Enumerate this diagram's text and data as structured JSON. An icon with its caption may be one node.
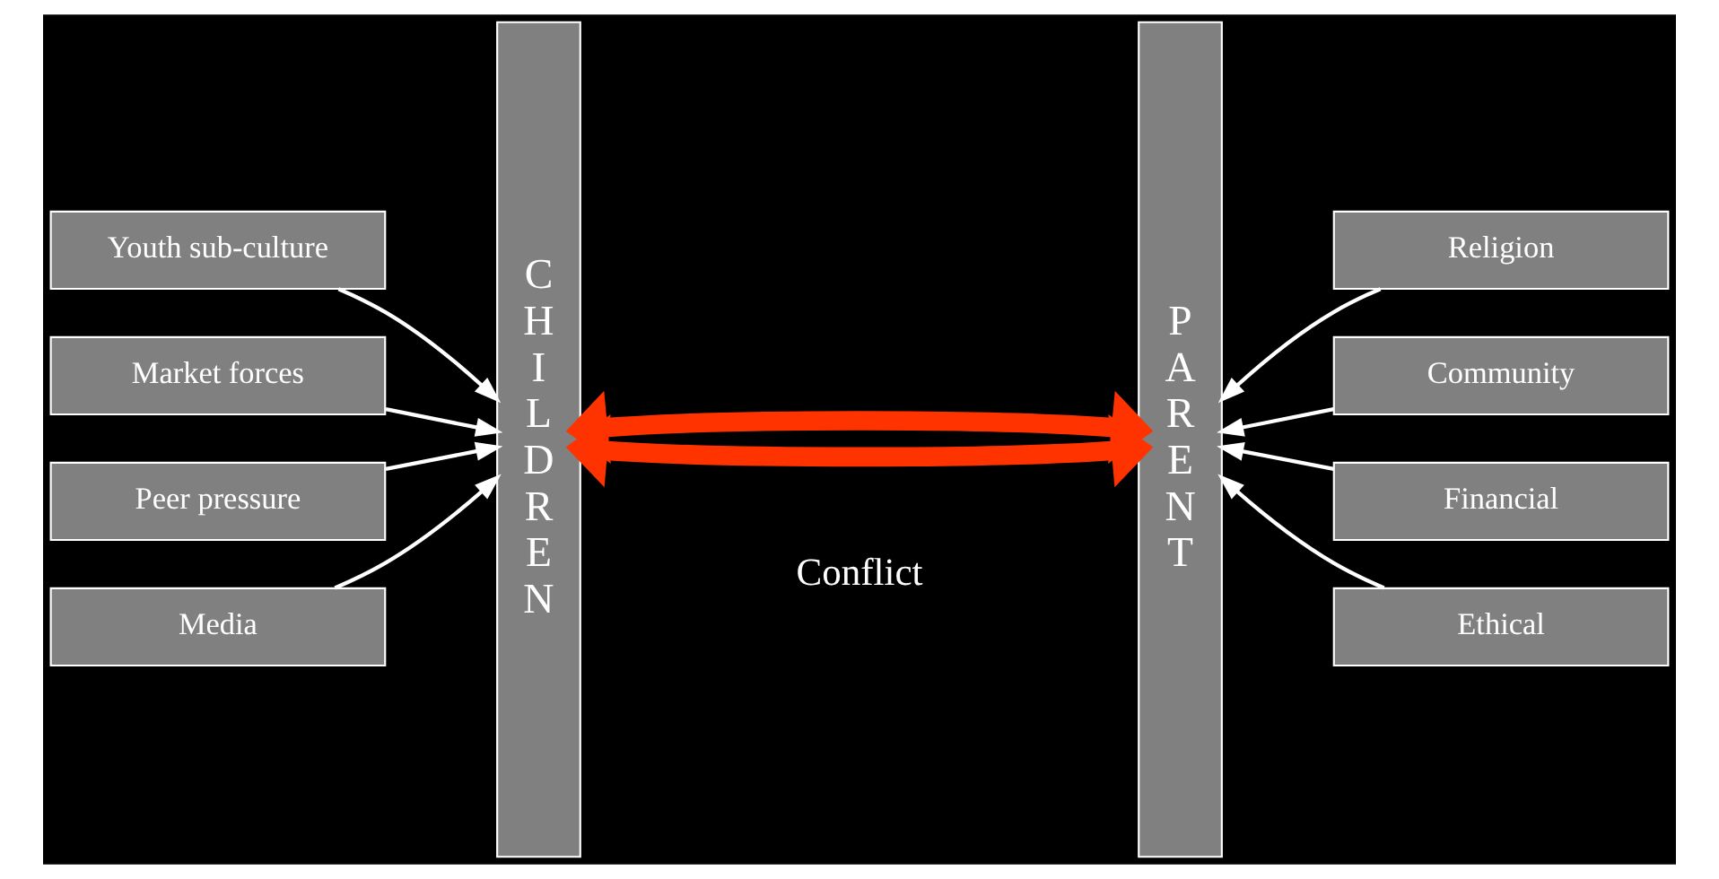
{
  "diagram": {
    "nodes": [
      {
        "text": [
          "Youth sub-culture"
        ]
      },
      {
        "text": [
          "Market forces"
        ]
      },
      {
        "text": [
          "Peer pressure"
        ]
      },
      {
        "text": [
          "Media"
        ]
      },
      {
        "text": [
          "CHILDREN"
        ]
      },
      {
        "text": [
          "PARENT"
        ]
      },
      {
        "text": [
          "Religion"
        ]
      },
      {
        "text": [
          "Community"
        ]
      },
      {
        "text": [
          "Financial"
        ]
      },
      {
        "text": [
          "Ethical"
        ]
      }
    ],
    "edges": [
      {
        "from": 0,
        "to": 4,
        "arrow": "to"
      },
      {
        "from": 1,
        "to": 4,
        "arrow": "to"
      },
      {
        "from": 2,
        "to": 4,
        "arrow": "to"
      },
      {
        "from": 3,
        "to": 4,
        "arrow": "to"
      },
      {
        "from": 6,
        "to": 5,
        "arrow": "to"
      },
      {
        "from": 7,
        "to": 5,
        "arrow": "to"
      },
      {
        "from": 8,
        "to": 5,
        "arrow": "to"
      },
      {
        "from": 9,
        "to": 5,
        "arrow": "to"
      },
      {
        "from": 4,
        "to": 5,
        "arrow": "both",
        "style": "thick",
        "color": "#ff3300"
      },
      {
        "from": 4,
        "to": 5,
        "arrow": "both",
        "style": "thick",
        "color": "#ff3300"
      }
    ],
    "labels": [
      "Conflict"
    ]
  }
}
